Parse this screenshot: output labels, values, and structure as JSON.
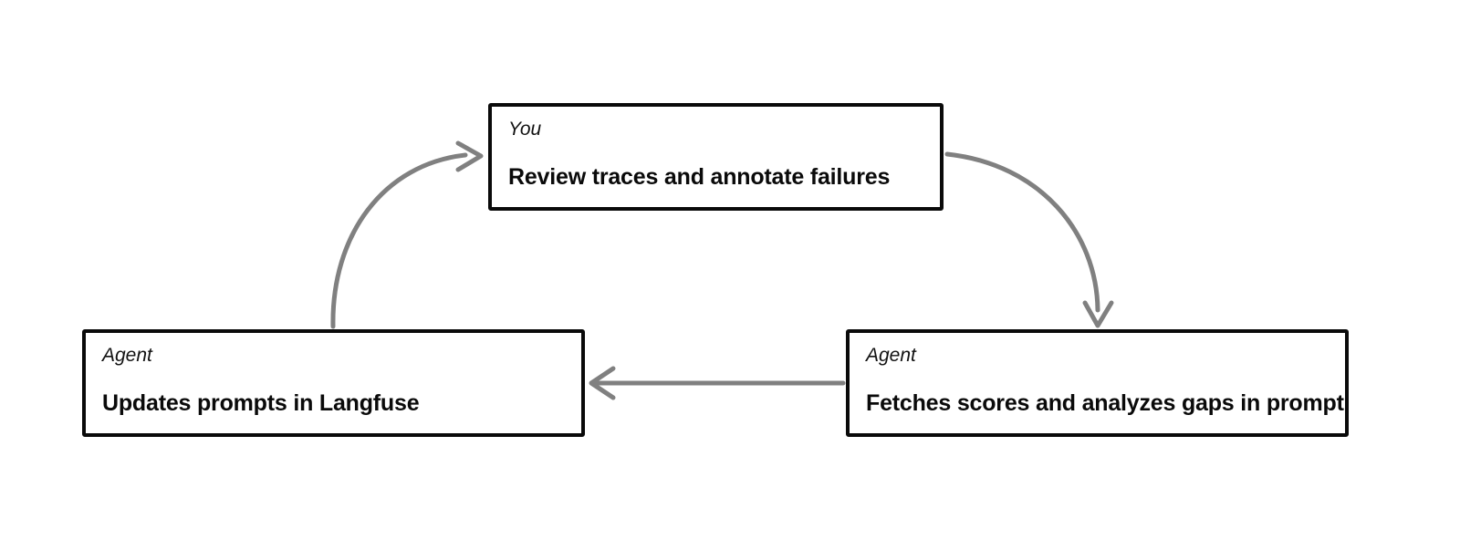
{
  "diagram": {
    "type": "cycle-flow",
    "background_color": "#ffffff",
    "node_border_color": "#0a0a0a",
    "arrow_color": "#808080",
    "nodes": [
      {
        "id": "you-review",
        "role": "You",
        "title": "Review traces and annotate failures",
        "position": "top-center"
      },
      {
        "id": "agent-fetches",
        "role": "Agent",
        "title": "Fetches scores and analyzes gaps in prompt",
        "position": "bottom-right"
      },
      {
        "id": "agent-updates",
        "role": "Agent",
        "title": "Updates prompts in Langfuse",
        "position": "bottom-left"
      }
    ],
    "edges": [
      {
        "id": "edge-you-to-fetches",
        "from": "you-review",
        "to": "agent-fetches",
        "style": "curved",
        "label": ""
      },
      {
        "id": "edge-fetches-to-updates",
        "from": "agent-fetches",
        "to": "agent-updates",
        "style": "straight",
        "label": ""
      },
      {
        "id": "edge-updates-to-you",
        "from": "agent-updates",
        "to": "you-review",
        "style": "curved",
        "label": ""
      }
    ]
  }
}
